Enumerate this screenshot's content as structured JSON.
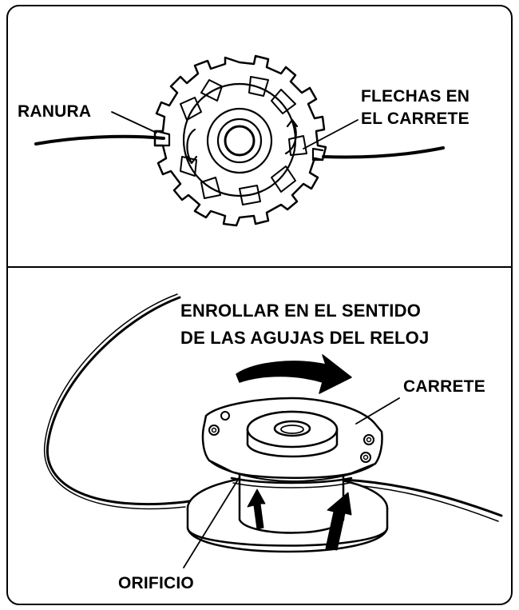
{
  "labels": {
    "ranura": "RANURA",
    "flechas_line1": "FLECHAS EN",
    "flechas_line2": "EL CARRETE",
    "enrollar_line1": "ENROLLAR EN EL SENTIDO",
    "enrollar_line2": "DE LAS AGUJAS DEL RELOJ",
    "carrete": "CARRETE",
    "orificio": "ORIFICIO"
  },
  "colors": {
    "ink": "#000000",
    "paper": "#ffffff"
  }
}
